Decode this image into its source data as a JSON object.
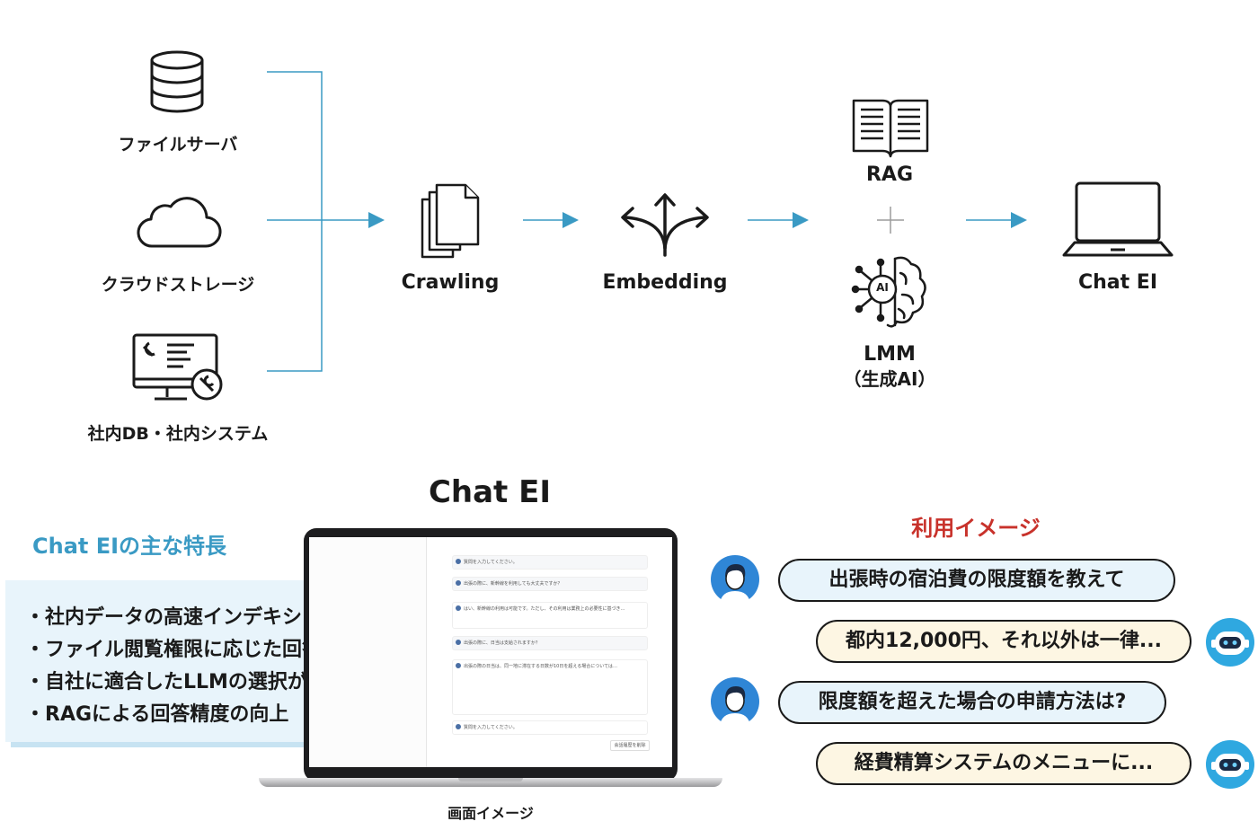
{
  "flow": {
    "sources": [
      {
        "label": "ファイルサーバ",
        "icon": "database-icon"
      },
      {
        "label": "クラウドストレージ",
        "icon": "cloud-icon"
      },
      {
        "label": "社内DB・社内システム",
        "icon": "monitor-tools-icon"
      }
    ],
    "steps": [
      {
        "label": "Crawling",
        "icon": "documents-icon"
      },
      {
        "label": "Embedding",
        "icon": "branch-arrows-icon"
      }
    ],
    "rag_label": "RAG",
    "lmm_label_line1": "LMM",
    "lmm_label_line2": "（生成AI）",
    "ai_badge": "AI",
    "output_label": "Chat EI",
    "arrow_color": "#3a9ac4"
  },
  "product": {
    "title": "Chat EI",
    "caption": "画面イメージ"
  },
  "features": {
    "title": "Chat EIの主な特長",
    "items": [
      "・社内データの高速インデキシング",
      "・ファイル閲覧権限に応じた回答生成",
      "・自社に適合したLLMの選択が可能",
      "・RAGによる回答精度の向上"
    ],
    "title_color": "#3a9ac4"
  },
  "usage": {
    "title": "利用イメージ",
    "title_color": "#c8322b",
    "messages": [
      {
        "role": "user",
        "text": "出張時の宿泊費の限度額を教えて"
      },
      {
        "role": "bot",
        "text": "都内12,000円、それ以外は一律..."
      },
      {
        "role": "user",
        "text": "限度額を超えた場合の申請方法は?"
      },
      {
        "role": "bot",
        "text": "経費精算システムのメニューに..."
      }
    ]
  },
  "screen": {
    "lines": [
      "質問を入力してください。",
      "出張の際に、新幹線を利用しても大丈夫ですか？",
      "はい、新幹線の利用は可能です。ただし、その利用は業務上の必要性に基づき…",
      "出張の際に、日当は支給されますか？",
      "出張の際の日当は、同一地に滞在する日数が10日を超える場合については…"
    ],
    "input_placeholder": "質問を入力してください。",
    "button_label": "会話履歴を削除"
  }
}
